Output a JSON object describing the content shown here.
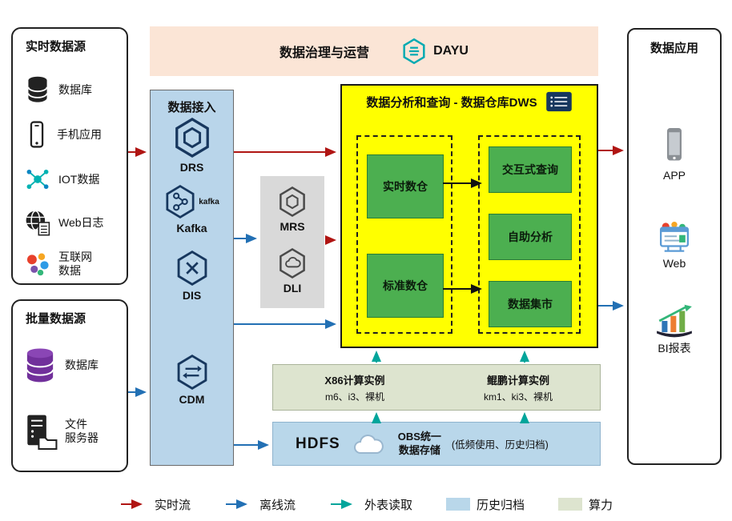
{
  "banner": {
    "title": "数据治理与运营",
    "logo_text": "DAYU"
  },
  "realtime_sources": {
    "title": "实时数据源",
    "items": [
      "数据库",
      "手机应用",
      "IOT数据",
      "Web日志",
      "互联网\n数据"
    ]
  },
  "batch_sources": {
    "title": "批量数据源",
    "items": [
      "数据库",
      "文件\n服务器"
    ]
  },
  "ingestion": {
    "title": "数据接入",
    "items": [
      "DRS",
      "Kafka",
      "DIS",
      "CDM"
    ],
    "kafka_mark": "kafka"
  },
  "processing": {
    "items": [
      "MRS",
      "DLI"
    ]
  },
  "dws": {
    "title": "数据分析和查询 - 数据仓库DWS",
    "left_nodes": [
      "实时数仓",
      "标准数仓"
    ],
    "right_nodes": [
      "交互式查询",
      "自助分析",
      "数据集市"
    ]
  },
  "compute": {
    "x86_title": "X86计算实例",
    "x86_sub": "m6、i3、裸机",
    "kunpeng_title": "鲲鹏计算实例",
    "kunpeng_sub": "km1、ki3、裸机"
  },
  "storage": {
    "hdfs": "HDFS",
    "obs_line1": "OBS统一",
    "obs_line2": "数据存储",
    "obs_note": "(低频使用、历史归档)"
  },
  "applications": {
    "title": "数据应用",
    "items": [
      "APP",
      "Web",
      "BI报表"
    ]
  },
  "legend": {
    "items": [
      {
        "label": "实时流",
        "type": "arrow",
        "color": "#b01513"
      },
      {
        "label": "离线流",
        "type": "arrow",
        "color": "#2270b4"
      },
      {
        "label": "外表读取",
        "type": "arrow",
        "color": "#00a59b"
      },
      {
        "label": "历史归档",
        "type": "swatch",
        "color": "#b9d7ea"
      },
      {
        "label": "算力",
        "type": "swatch",
        "color": "#dde4cf"
      }
    ]
  }
}
